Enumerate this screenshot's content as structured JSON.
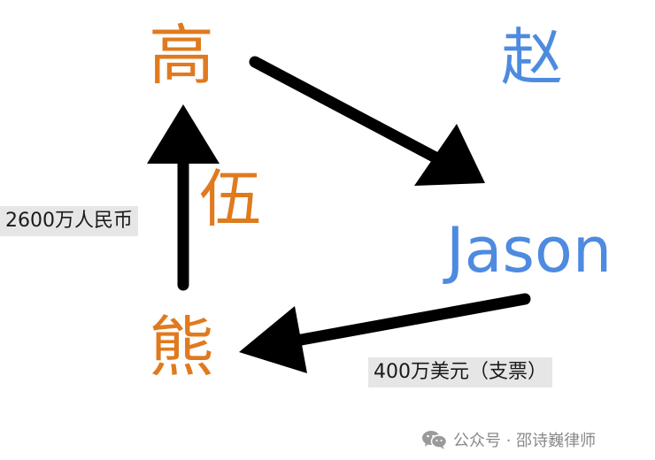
{
  "nodes": {
    "gao": "高",
    "zhao": "赵",
    "wu": "伍",
    "jason": "Jason",
    "xiong": "熊"
  },
  "edge_labels": {
    "xiong_to_gao": "2600万人民币",
    "jason_to_xiong": "400万美元（支票）"
  },
  "watermark": {
    "icon": "wechat-icon",
    "text": "公众号 · 邵诗巍律师"
  },
  "colors": {
    "orange": "#e07a1f",
    "blue": "#4e8be0",
    "arrow": "#000000",
    "label_bg": "#e6e6e6"
  }
}
